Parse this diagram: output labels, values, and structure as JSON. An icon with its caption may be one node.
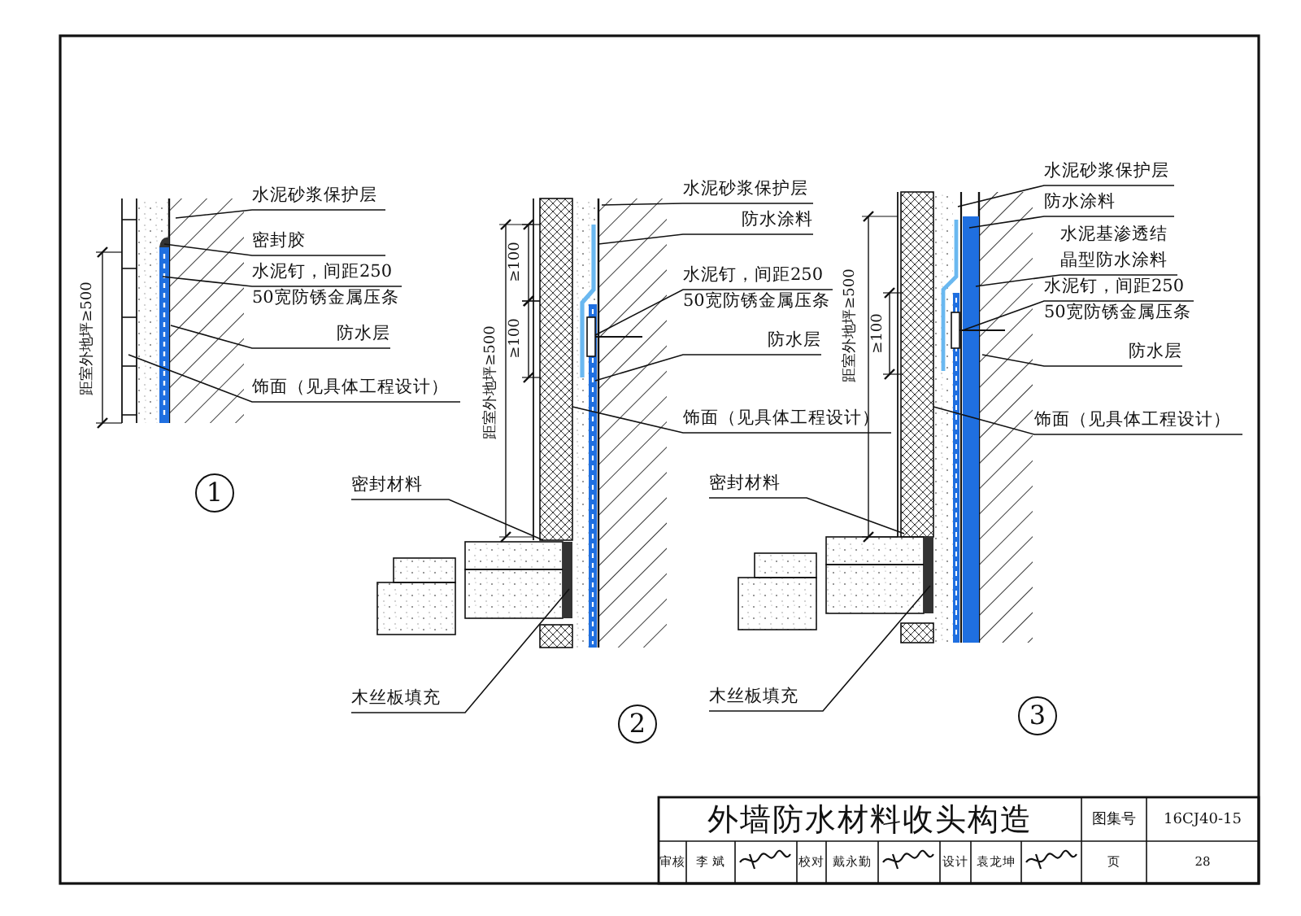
{
  "diagram": {
    "title": "外墙防水材料收头构造",
    "nodes": [
      {
        "text": [
          "水泥砂浆保护层"
        ]
      },
      {
        "text": [
          "密封胶"
        ]
      },
      {
        "text": [
          "水泥钉，间距250",
          "50宽防锈金属压条"
        ]
      },
      {
        "text": [
          "防水层"
        ]
      },
      {
        "text": [
          "饰面（见具体工程设计）"
        ]
      },
      {
        "text": [
          "水泥砂浆保护层"
        ]
      },
      {
        "text": [
          "防水涂料"
        ]
      },
      {
        "text": [
          "水泥钉，间距250",
          "50宽防锈金属压条"
        ]
      },
      {
        "text": [
          "防水层"
        ]
      },
      {
        "text": [
          "饰面（见具体工程设计）"
        ]
      },
      {
        "text": [
          "密封材料"
        ]
      },
      {
        "text": [
          "木丝板填充"
        ]
      },
      {
        "text": [
          "水泥砂浆保护层"
        ]
      },
      {
        "text": [
          "防水涂料"
        ]
      },
      {
        "text": [
          "水泥基渗透结晶型防水涂料"
        ]
      },
      {
        "text": [
          "水泥钉，间距250",
          "50宽防锈金属压条"
        ]
      },
      {
        "text": [
          "防水层"
        ]
      },
      {
        "text": [
          "饰面（见具体工程设计）"
        ]
      },
      {
        "text": [
          "密封材料"
        ]
      },
      {
        "text": [
          "木丝板填充"
        ]
      }
    ],
    "edges": [
      {
        "from": 0,
        "to": null,
        "arrow": "none"
      },
      {
        "from": 1,
        "to": null,
        "arrow": "none"
      },
      {
        "from": 2,
        "to": null,
        "arrow": "none"
      },
      {
        "from": 3,
        "to": null,
        "arrow": "none"
      },
      {
        "from": 4,
        "to": null,
        "arrow": "none"
      },
      {
        "from": 5,
        "to": null,
        "arrow": "none"
      },
      {
        "from": 6,
        "to": null,
        "arrow": "none"
      },
      {
        "from": 7,
        "to": null,
        "arrow": "none"
      },
      {
        "from": 8,
        "to": null,
        "arrow": "none"
      },
      {
        "from": 9,
        "to": null,
        "arrow": "none"
      },
      {
        "from": 10,
        "to": null,
        "arrow": "none"
      },
      {
        "from": 11,
        "to": null,
        "arrow": "none"
      },
      {
        "from": 12,
        "to": null,
        "arrow": "none"
      },
      {
        "from": 13,
        "to": null,
        "arrow": "none"
      },
      {
        "from": 14,
        "to": null,
        "arrow": "none"
      },
      {
        "from": 15,
        "to": null,
        "arrow": "none"
      },
      {
        "from": 16,
        "to": null,
        "arrow": "none"
      },
      {
        "from": 17,
        "to": null,
        "arrow": "none"
      },
      {
        "from": 18,
        "to": null,
        "arrow": "none"
      },
      {
        "from": 19,
        "to": null,
        "arrow": "none"
      }
    ],
    "labels": [
      "距室外地坪≥500",
      "1",
      "≥100",
      "≥100",
      "距室外地坪≥500",
      "2",
      "≥100",
      "距室外地坪≥500",
      "3",
      "图集号",
      "16CJ40-15",
      "审核",
      "李 斌",
      "校对",
      "戴永勤",
      "设计",
      "袁龙坤",
      "页",
      "28"
    ]
  }
}
